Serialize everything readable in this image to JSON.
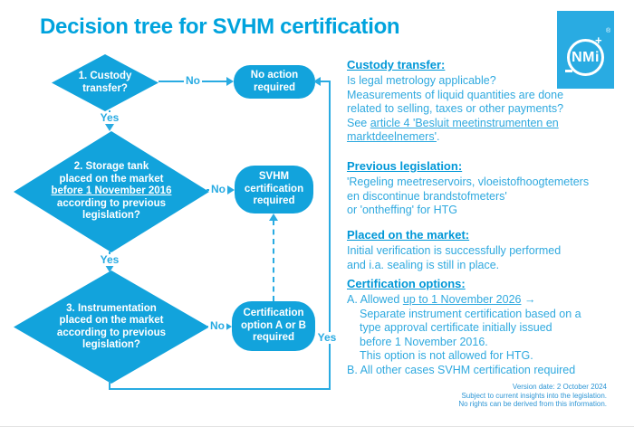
{
  "title": "Decision tree for SVHM certification",
  "colors": {
    "accent": "#00A3DD",
    "shape_fill": "#12A3DC",
    "line": "#29ABE2",
    "heading": "#0097D7",
    "body": "#2FA9DF",
    "footer": "#2E96D5"
  },
  "flowchart": {
    "d1": {
      "line1": "1. Custody",
      "line2": "transfer?"
    },
    "d2": {
      "line1": "2. Storage tank",
      "line2": "placed on the market",
      "line3": "before 1 November 2016",
      "line4": "according to previous",
      "line5": "legislation?"
    },
    "d3": {
      "line1": "3. Instrumentation",
      "line2": "placed on the market",
      "line3": "according to previous",
      "line4": "legislation?"
    },
    "box_no_action": {
      "line1": "No action",
      "line2": "required"
    },
    "box_svhm": {
      "line1": "SVHM",
      "line2": "certification",
      "line3": "required"
    },
    "box_option": {
      "line1": "Certification",
      "line2": "option A or B",
      "line3": "required"
    },
    "labels": {
      "no1": "No",
      "no2": "No",
      "no3": "No",
      "yes1": "Yes",
      "yes2": "Yes",
      "yes3": "Yes"
    }
  },
  "sections": {
    "custody": {
      "heading": "Custody transfer:",
      "line1": "Is legal metrology applicable?",
      "line2": "Measurements of liquid quantities are done",
      "line3": "related to selling, taxes or other payments?",
      "line4_prefix": "See ",
      "line4_link": "article 4 'Besluit meetinstrumenten en",
      "line5_link": "marktdeelnemers'",
      "line5_suffix": "."
    },
    "previous": {
      "heading": "Previous legislation:",
      "line1": "'Regeling meetreservoirs, vloeistofhoogtemeters",
      "line2": "en discontinue brandstofmeters'",
      "line3": "or 'ontheffing' for HTG"
    },
    "placed": {
      "heading": "Placed on the market:",
      "line1": "Initial verification is successfully performed",
      "line2": "and i.a. sealing is still in place."
    },
    "options": {
      "heading": "Certification options:",
      "a_prefix": "A. Allowed ",
      "a_underline": "up to 1 November 2026",
      "a_suffix": " →",
      "a_line2": "Separate instrument certification based on a",
      "a_line3": "type approval certificate initially issued",
      "a_line4": "before 1 November 2016.",
      "a_line5": "This option is not allowed for HTG.",
      "b_line": "B. All other cases SVHM certification required"
    }
  },
  "footer": {
    "line1": "Version date: 2 October 2024",
    "line2": "Subject to current insights into the legislation.",
    "line3": "No rights can be derived from this information."
  },
  "logo": {
    "text": "NMi",
    "plus": "+",
    "registered": "®"
  }
}
